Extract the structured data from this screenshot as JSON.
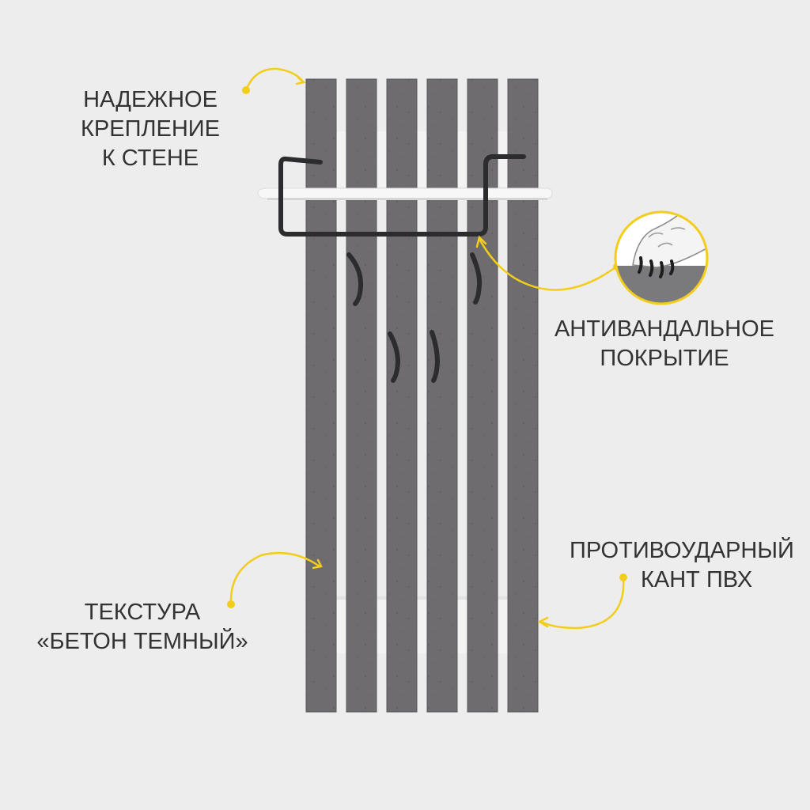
{
  "callouts": {
    "mount": {
      "lines": [
        "НАДЕЖНОЕ",
        "КРЕПЛЕНИЕ",
        "К СТЕНЕ"
      ]
    },
    "coating": {
      "lines": [
        "АНТИВАНДАЛЬНОЕ",
        "ПОКРЫТИЕ"
      ]
    },
    "texture": {
      "lines": [
        "ТЕКСТУРА",
        "«БЕТОН ТЕМНЫЙ»"
      ]
    },
    "edge": {
      "lines": [
        "ПРОТИВОУДАРНЫЙ",
        "КАНТ ПВХ"
      ]
    }
  },
  "product": {
    "slat_count": 6,
    "hook_count": 4
  },
  "colors": {
    "background": "#ededed",
    "slat": "#6e6c6f",
    "slat_edge": "#5b595c",
    "crossbar": "#f3f3f3",
    "shelf": "#f7f7f7",
    "metal": "#2c2c2e",
    "accent": "#f2cd1c",
    "text": "#333333"
  },
  "icons": {
    "coating_badge": "claw-scratch-icon"
  }
}
